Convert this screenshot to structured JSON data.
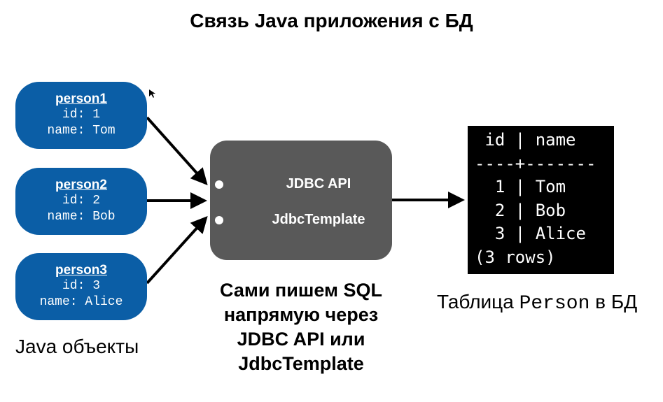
{
  "title": "Связь Java приложения с БД",
  "java_objects": [
    {
      "name": "person1",
      "id_line": "id: 1",
      "name_line": "name: Tom"
    },
    {
      "name": "person2",
      "id_line": "id: 2",
      "name_line": "name: Bob"
    },
    {
      "name": "person3",
      "id_line": "id: 3",
      "name_line": "name: Alice"
    }
  ],
  "java_caption": "Java объекты",
  "api_box": {
    "items": [
      "JDBC API",
      "JdbcTemplate"
    ]
  },
  "api_caption_lines": [
    "Сами пишем SQL",
    "напрямую через",
    "JDBC API или",
    "JdbcTemplate"
  ],
  "db_table": {
    "lines": [
      " id | name",
      "----+-------",
      "  1 | Tom",
      "  2 | Bob",
      "  3 | Alice",
      "(3 rows)"
    ]
  },
  "table_caption": {
    "prefix": "Таблица ",
    "table_name": "Person",
    "suffix": " в БД"
  },
  "colors": {
    "object_fill": "#0b5ea6",
    "api_box_fill": "#595959",
    "terminal_bg": "#000000",
    "arrow": "#000000"
  }
}
